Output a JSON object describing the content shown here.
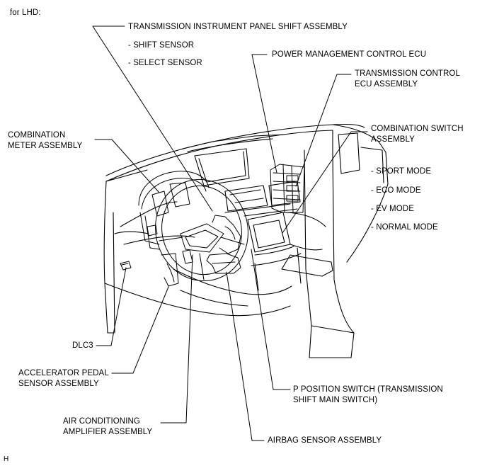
{
  "header": {
    "variant": "for LHD:"
  },
  "footer": {
    "code": "H"
  },
  "labels": {
    "transmission_panel_shift": "TRANSMISSION INSTRUMENT PANEL SHIFT ASSEMBLY",
    "shift_sensor": "- SHIFT SENSOR",
    "select_sensor": "- SELECT SENSOR",
    "power_management_ecu": "POWER MANAGEMENT CONTROL ECU",
    "transmission_control_ecu": "TRANSMISSION CONTROL\nECU ASSEMBLY",
    "combination_switch": "COMBINATION SWITCH\nASSEMBLY",
    "sport_mode": "- SPORT MODE",
    "eco_mode": "- ECO MODE",
    "ev_mode": "- EV MODE",
    "normal_mode": "- NORMAL MODE",
    "combination_meter": "COMBINATION\nMETER ASSEMBLY",
    "dlc3": "DLC3",
    "accelerator_pedal": "ACCELERATOR PEDAL\nSENSOR ASSEMBLY",
    "air_conditioning": "AIR CONDITIONING\nAMPLIFIER ASSEMBLY",
    "airbag_sensor": "AIRBAG SENSOR ASSEMBLY",
    "p_position_switch": "P POSITION SWITCH (TRANSMISSION\nSHIFT MAIN SWITCH)"
  }
}
